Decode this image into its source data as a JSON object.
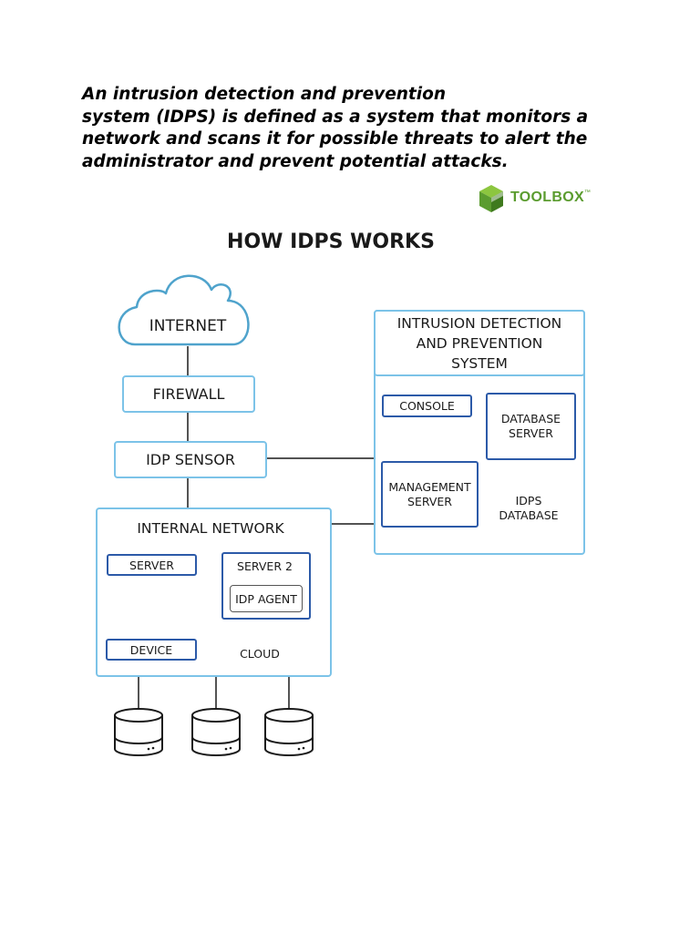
{
  "intro": {
    "line1": "An intrusion detection and prevention",
    "line2a": "system (",
    "line2b": "IDPS",
    "line2c": ") is defined as a system that monitors a",
    "line3": "network and scans it for possible threats to alert the",
    "line4": "administrator and prevent potential attacks."
  },
  "logo": {
    "text": "TOOLBOX",
    "tm": "™",
    "color": "#5b9c2f"
  },
  "diagram": {
    "title": "HOW IDPS WORKS",
    "nodes": {
      "internet": "INTERNET",
      "firewall": "FIREWALL",
      "idp_sensor": "IDP SENSOR",
      "internal_network": "INTERNAL NETWORK",
      "server": "SERVER",
      "server2": "SERVER 2",
      "idp_agent": "IDP AGENT",
      "device": "DEVICE",
      "cloud": "CLOUD",
      "idps_title_1": "INTRUSION DETECTION",
      "idps_title_2": "AND PREVENTION",
      "idps_title_3": "SYSTEM",
      "console": "CONSOLE",
      "database_server_1": "DATABASE",
      "database_server_2": "SERVER",
      "management_server_1": "MANAGEMENT",
      "management_server_2": "SERVER",
      "idps_database_1": "IDPS",
      "idps_database_2": "DATABASE"
    },
    "colors": {
      "light_border": "#7cc3e8",
      "dark_border": "#2c5aa8",
      "line": "#1a1a1a"
    }
  }
}
